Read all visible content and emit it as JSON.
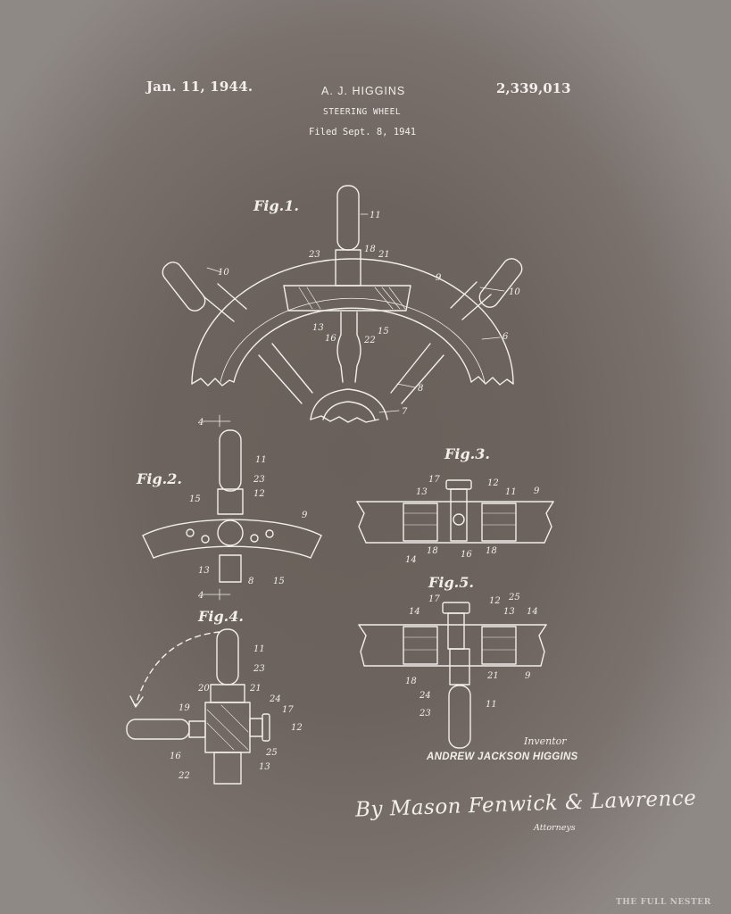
{
  "header": {
    "date": "Jan. 11, 1944.",
    "inventor": "A. J. HIGGINS",
    "title": "STEERING WHEEL",
    "filed": "Filed Sept. 8, 1941",
    "patent_number": "2,339,013"
  },
  "figures": {
    "fig1": "Fig.1.",
    "fig2": "Fig.2.",
    "fig3": "Fig.3.",
    "fig4": "Fig.4.",
    "fig5": "Fig.5."
  },
  "numerals": {
    "n11": "11",
    "n10": "10",
    "n9": "9",
    "n6": "6",
    "n7": "7",
    "n8": "8",
    "n13": "13",
    "n15": "15",
    "n16": "16",
    "n18": "18",
    "n21": "21",
    "n22": "22",
    "n23": "23",
    "n12": "12",
    "n17": "17",
    "n14": "14",
    "n19": "19",
    "n20": "20",
    "n24": "24",
    "n25": "25",
    "n4": "4"
  },
  "footer": {
    "inventor_label": "Inventor",
    "inventor_name": "ANDREW JACKSON HIGGINS",
    "signature": "By Mason Fenwick & Lawrence",
    "attorneys_label": "Attorneys",
    "watermark": "THE FULL NESTER"
  },
  "colors": {
    "background": "#6d635e",
    "ink": "#f2eeea"
  }
}
